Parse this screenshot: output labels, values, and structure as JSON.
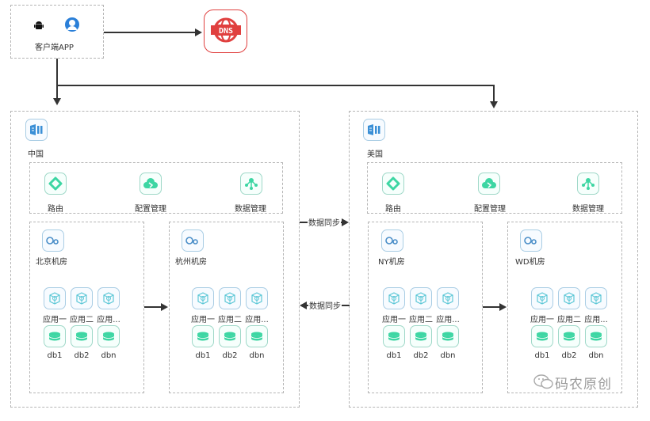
{
  "client": {
    "label": "客户端APP",
    "icons": [
      "android-icon",
      "user-avatar-icon"
    ]
  },
  "dns": {
    "label": "DNS",
    "icon": "dns-globe-icon",
    "color": "#e0403f"
  },
  "regions": [
    {
      "name": "中国",
      "services": [
        "路由",
        "配置管理",
        "数据管理"
      ],
      "datacenters": [
        {
          "name": "北京机房",
          "apps": [
            "应用一",
            "应用二",
            "应用..."
          ],
          "dbs": [
            "db1",
            "db2",
            "dbn"
          ]
        },
        {
          "name": "杭州机房",
          "apps": [
            "应用一",
            "应用二",
            "应用..."
          ],
          "dbs": [
            "db1",
            "db2",
            "dbn"
          ]
        }
      ]
    },
    {
      "name": "美国",
      "services": [
        "路由",
        "配置管理",
        "数据管理"
      ],
      "datacenters": [
        {
          "name": "NY机房",
          "apps": [
            "应用一",
            "应用二",
            "应用..."
          ],
          "dbs": [
            "db1",
            "db2",
            "dbn"
          ]
        },
        {
          "name": "WD机房",
          "apps": [
            "应用一",
            "应用二",
            "应用..."
          ],
          "dbs": [
            "db1",
            "db2",
            "dbn"
          ]
        }
      ]
    }
  ],
  "sync": {
    "to_us": "数据同步",
    "to_cn": "数据同步"
  },
  "watermark": "码农原创",
  "colors": {
    "accent_green": "#3dd6a3",
    "accent_blue": "#3a8fd6",
    "border": "#b5b5b5"
  }
}
